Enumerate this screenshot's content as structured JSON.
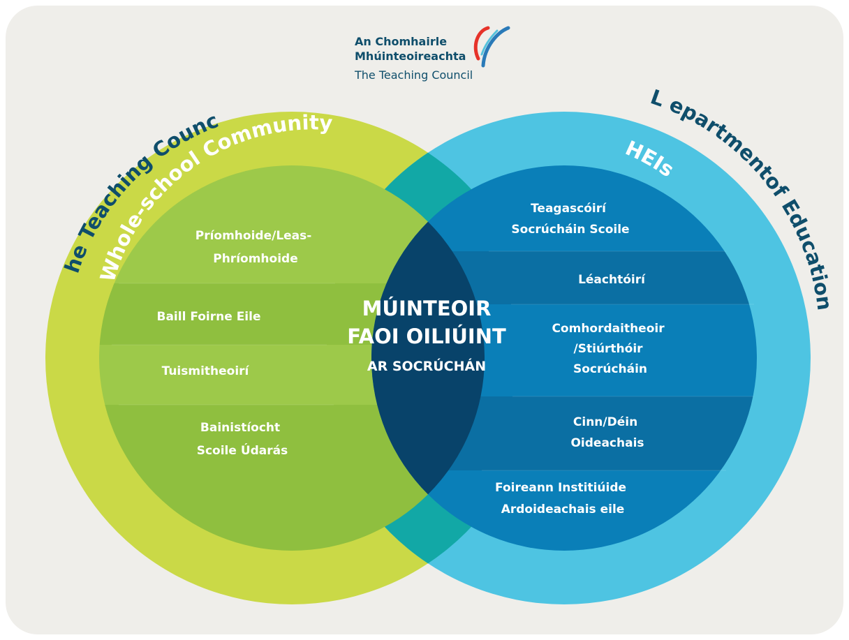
{
  "logo": {
    "line1": "An Chomhairle",
    "line2": "Mhúinteoireachta",
    "line3": "The Teaching Council"
  },
  "outer_labels": {
    "left": "The Teaching Council",
    "right": "L epartmentof Education"
  },
  "inner_labels": {
    "left": "Whole-school Community",
    "right": "HEIs"
  },
  "center": {
    "line1": "MÚINTEOIR",
    "line2": "FAOI OILIÚINT",
    "line3": "AR SOCRÚCHÁN"
  },
  "left_roles": [
    {
      "lines": [
        "Príomhoide/Leas-",
        "Phríomhoide"
      ]
    },
    {
      "lines": [
        "Baill Foirne Eile"
      ]
    },
    {
      "lines": [
        "Tuismitheoirí"
      ]
    },
    {
      "lines": [
        "Bainistíocht",
        "Scoile Údarás"
      ]
    }
  ],
  "right_roles": [
    {
      "lines": [
        "Teagascóirí",
        "Socrúcháin Scoile"
      ]
    },
    {
      "lines": [
        "Léachtóirí"
      ]
    },
    {
      "lines": [
        "Comhordaitheoir",
        "/Stiúrthóir",
        "Socrúcháin"
      ]
    },
    {
      "lines": [
        "Cinn/Déin",
        "Oideachais"
      ]
    },
    {
      "lines": [
        "Foireann Institiúide",
        "Ardoideachais eile"
      ]
    }
  ],
  "colors": {
    "background": "#efeeea",
    "outer_green": "#cad947",
    "outer_blue": "#4ec4e2",
    "overlap_teal": "#12a8a6",
    "inner_green_light": "#9dc94a",
    "inner_green_dark": "#8fbf3f",
    "inner_blue_light": "#0a7fb8",
    "inner_blue_dark": "#0b6fa3",
    "core_navy": "#08436a",
    "ring_text_navy": "#0f4e6b",
    "logo_red": "#e6332a",
    "logo_blue": "#2a7ab8"
  }
}
